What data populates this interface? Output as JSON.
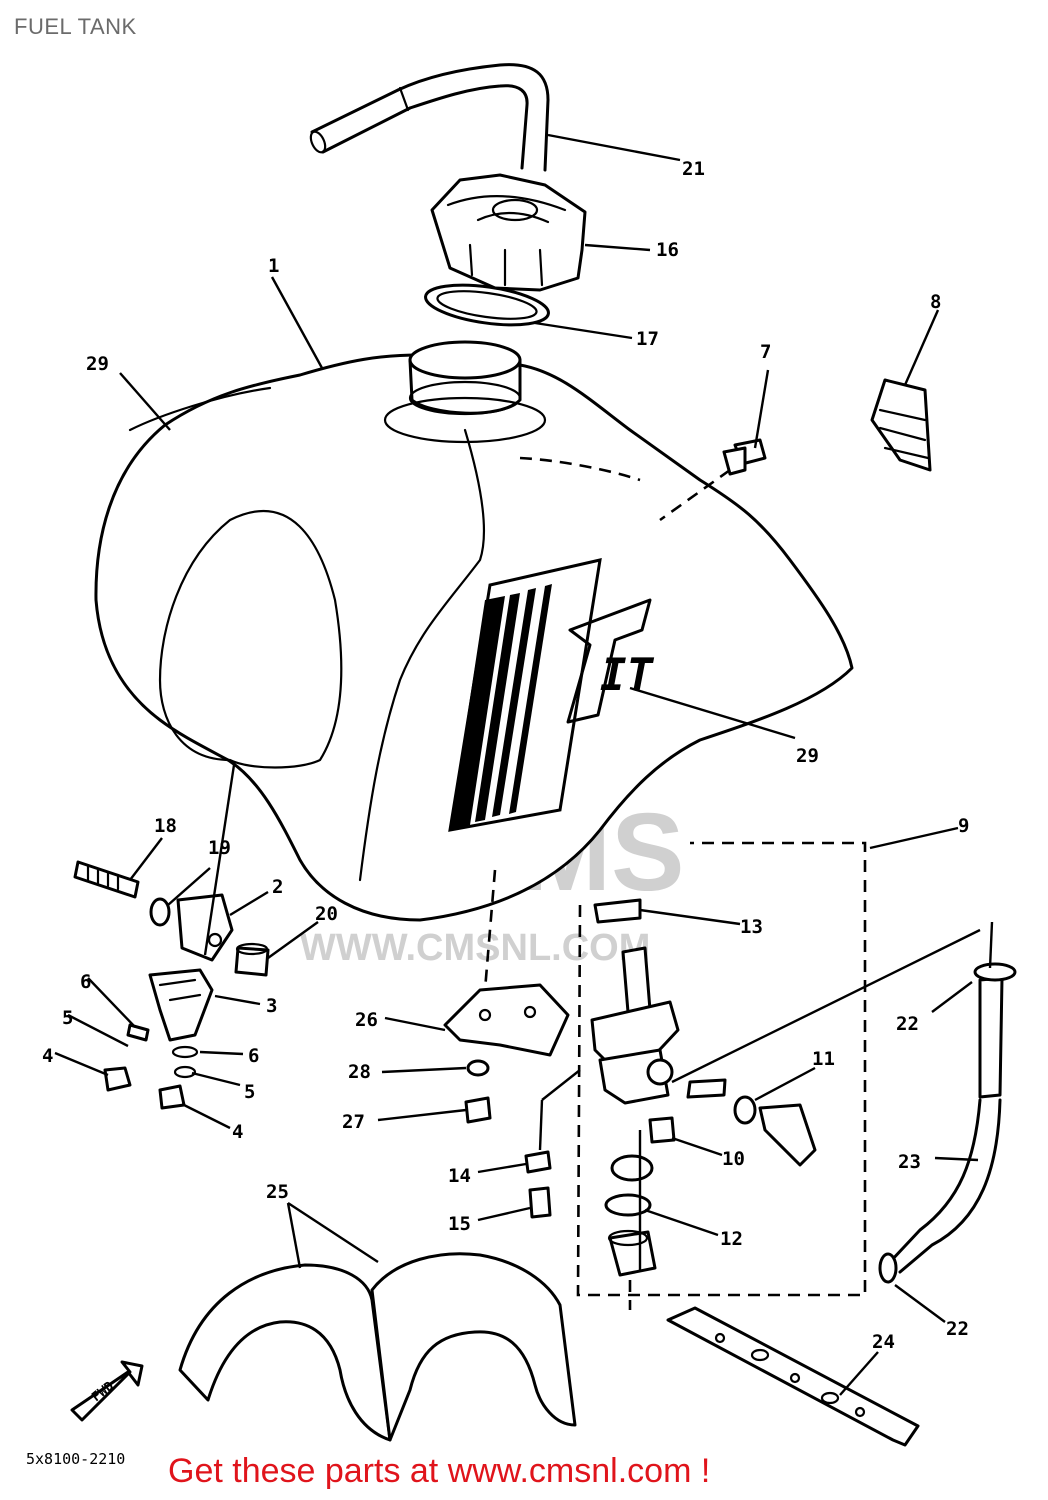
{
  "title": "FUEL TANK",
  "drawing_number": "5x8100-2210",
  "fwd_label": "FWD",
  "tank_logo": "IT",
  "watermark": {
    "brand": "CMS",
    "url": "WWW.CMSNL.COM"
  },
  "footer": "Get these parts at www.cmsnl.com !",
  "callouts": [
    {
      "id": "c1",
      "label": "1"
    },
    {
      "id": "c2",
      "label": "2"
    },
    {
      "id": "c3",
      "label": "3"
    },
    {
      "id": "c4a",
      "label": "4"
    },
    {
      "id": "c4b",
      "label": "4"
    },
    {
      "id": "c5a",
      "label": "5"
    },
    {
      "id": "c5b",
      "label": "5"
    },
    {
      "id": "c6a",
      "label": "6"
    },
    {
      "id": "c6b",
      "label": "6"
    },
    {
      "id": "c7",
      "label": "7"
    },
    {
      "id": "c8",
      "label": "8"
    },
    {
      "id": "c9",
      "label": "9"
    },
    {
      "id": "c10",
      "label": "10"
    },
    {
      "id": "c11",
      "label": "11"
    },
    {
      "id": "c12",
      "label": "12"
    },
    {
      "id": "c13",
      "label": "13"
    },
    {
      "id": "c14",
      "label": "14"
    },
    {
      "id": "c15",
      "label": "15"
    },
    {
      "id": "c16",
      "label": "16"
    },
    {
      "id": "c17",
      "label": "17"
    },
    {
      "id": "c18",
      "label": "18"
    },
    {
      "id": "c19",
      "label": "19"
    },
    {
      "id": "c20",
      "label": "20"
    },
    {
      "id": "c21",
      "label": "21"
    },
    {
      "id": "c22a",
      "label": "22"
    },
    {
      "id": "c22b",
      "label": "22"
    },
    {
      "id": "c23",
      "label": "23"
    },
    {
      "id": "c24",
      "label": "24"
    },
    {
      "id": "c25",
      "label": "25"
    },
    {
      "id": "c26",
      "label": "26"
    },
    {
      "id": "c27",
      "label": "27"
    },
    {
      "id": "c28",
      "label": "28"
    },
    {
      "id": "c29a",
      "label": "29"
    },
    {
      "id": "c29b",
      "label": "29"
    }
  ]
}
